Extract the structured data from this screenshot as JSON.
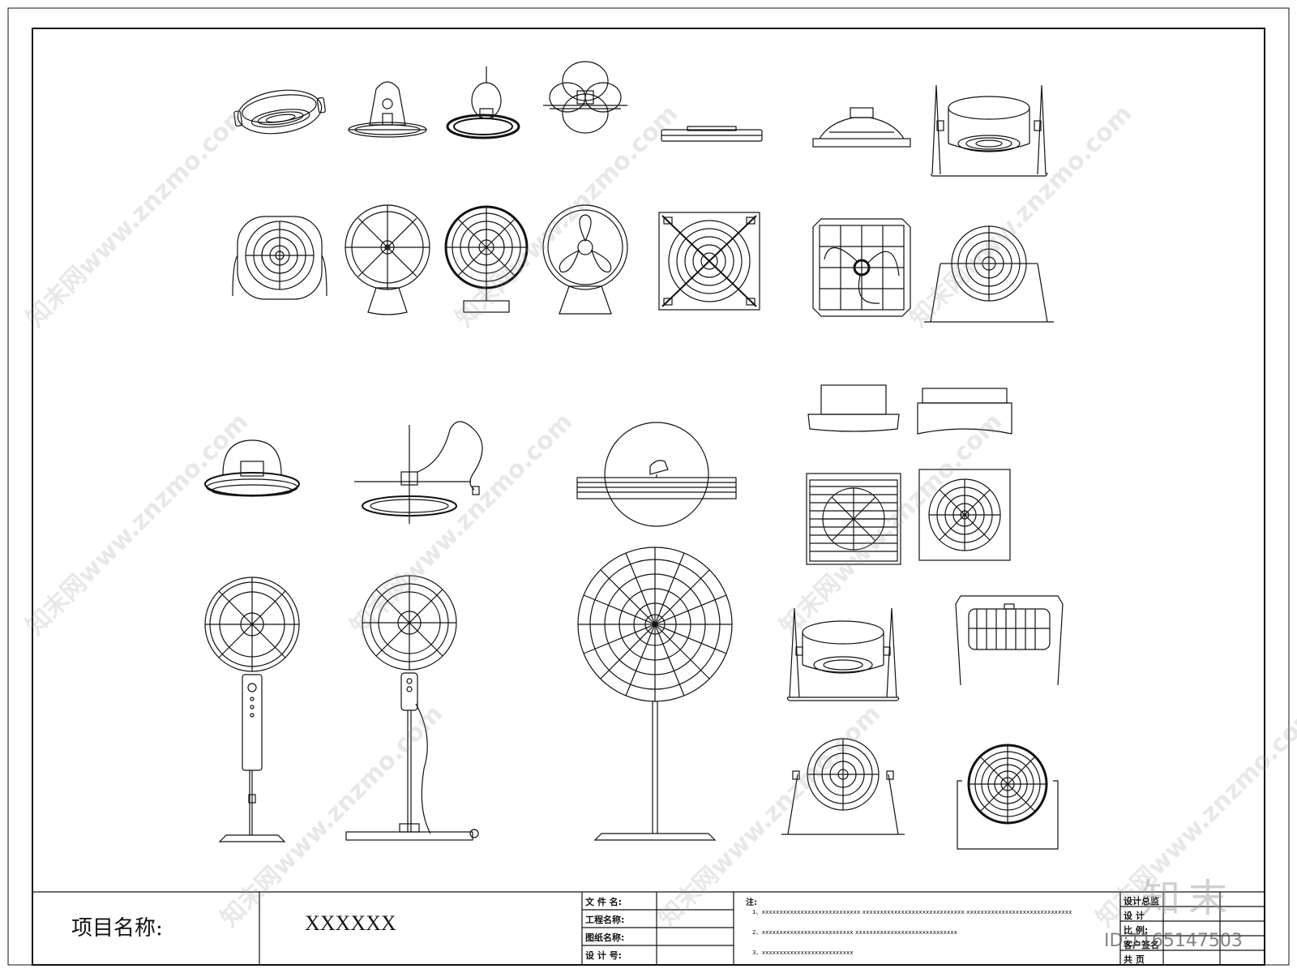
{
  "title_block": {
    "project_label": "项目名称:",
    "project_value": "XXXXXX",
    "fields": [
      "文 件 名:",
      "工程名称:",
      "图纸名称:",
      "设 计 号:"
    ],
    "note_title": "注:",
    "note_lines": [
      "1、xxxxxxxxxxxxxxxxxxxxxxxxxxxx    xxxxxxxxxxxxxxxxxxxxxxxxxxxxx    xxxxxxxxxxxxxxxxxxxxxxxxxxxxxx",
      "2、xxxxxxxxxxxxxxxxxxxxxxxxxx    xxxxxxxxxxxxxxxxxxxxxxxxxxxxx",
      "3、xxxxxxxxxxxxxxxxxxxxxxxxxx"
    ],
    "right_fields": [
      "设计总监",
      "设    计",
      "比    例:",
      "客户签名",
      "共    页"
    ]
  },
  "watermark": {
    "text": "知末网www.znzmo.com",
    "logo": "知末",
    "id_text": "ID:1165147503"
  },
  "fans": [
    {
      "name": "fan-ceiling-1"
    },
    {
      "name": "fan-ceiling-2"
    },
    {
      "name": "fan-ceiling-3"
    },
    {
      "name": "fan-ceiling-4"
    },
    {
      "name": "fan-ceiling-5"
    },
    {
      "name": "fan-ceiling-6"
    },
    {
      "name": "fan-floor-1"
    },
    {
      "name": "fan-table-1"
    },
    {
      "name": "fan-table-2"
    },
    {
      "name": "fan-table-3"
    },
    {
      "name": "fan-table-4"
    },
    {
      "name": "fan-exhaust-1"
    },
    {
      "name": "fan-exhaust-2"
    },
    {
      "name": "fan-floor-2"
    },
    {
      "name": "fan-ceiling-7"
    },
    {
      "name": "fan-ceiling-8"
    },
    {
      "name": "fan-wall-1"
    },
    {
      "name": "fan-exhaust-3"
    },
    {
      "name": "fan-exhaust-4"
    },
    {
      "name": "fan-exhaust-5"
    },
    {
      "name": "fan-exhaust-6"
    },
    {
      "name": "fan-stand-1"
    },
    {
      "name": "fan-stand-2"
    },
    {
      "name": "fan-stand-3"
    },
    {
      "name": "fan-floor-3"
    },
    {
      "name": "fan-floor-4"
    },
    {
      "name": "fan-floor-5"
    },
    {
      "name": "fan-floor-6"
    }
  ]
}
